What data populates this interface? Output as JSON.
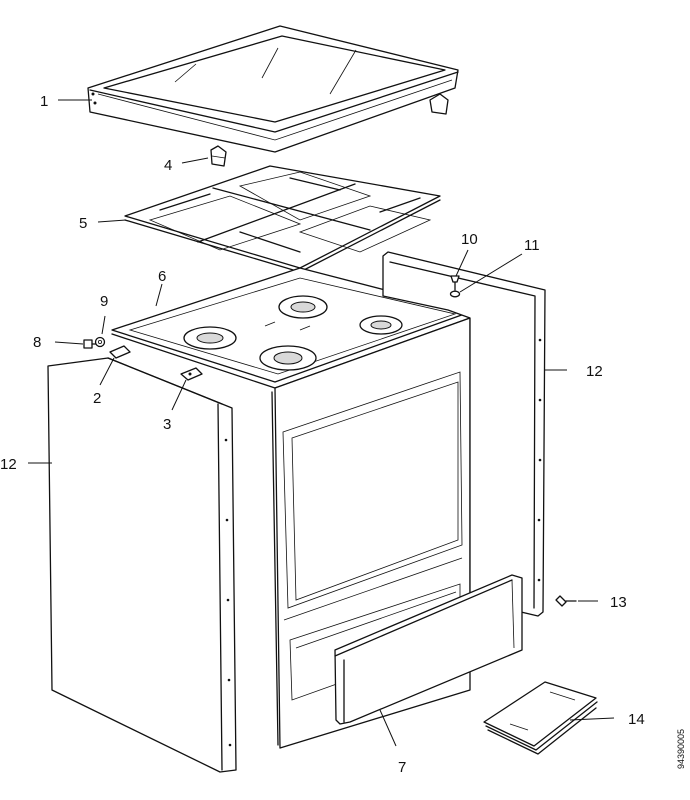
{
  "callouts": {
    "c1": "1",
    "c2": "2",
    "c3": "3",
    "c4": "4",
    "c5": "5",
    "c6": "6",
    "c7": "7",
    "c8": "8",
    "c9": "9",
    "c10": "10",
    "c11": "11",
    "c12_left": "12",
    "c12_right": "12",
    "c13": "13",
    "c14": "14"
  },
  "document_reference": "94390005"
}
